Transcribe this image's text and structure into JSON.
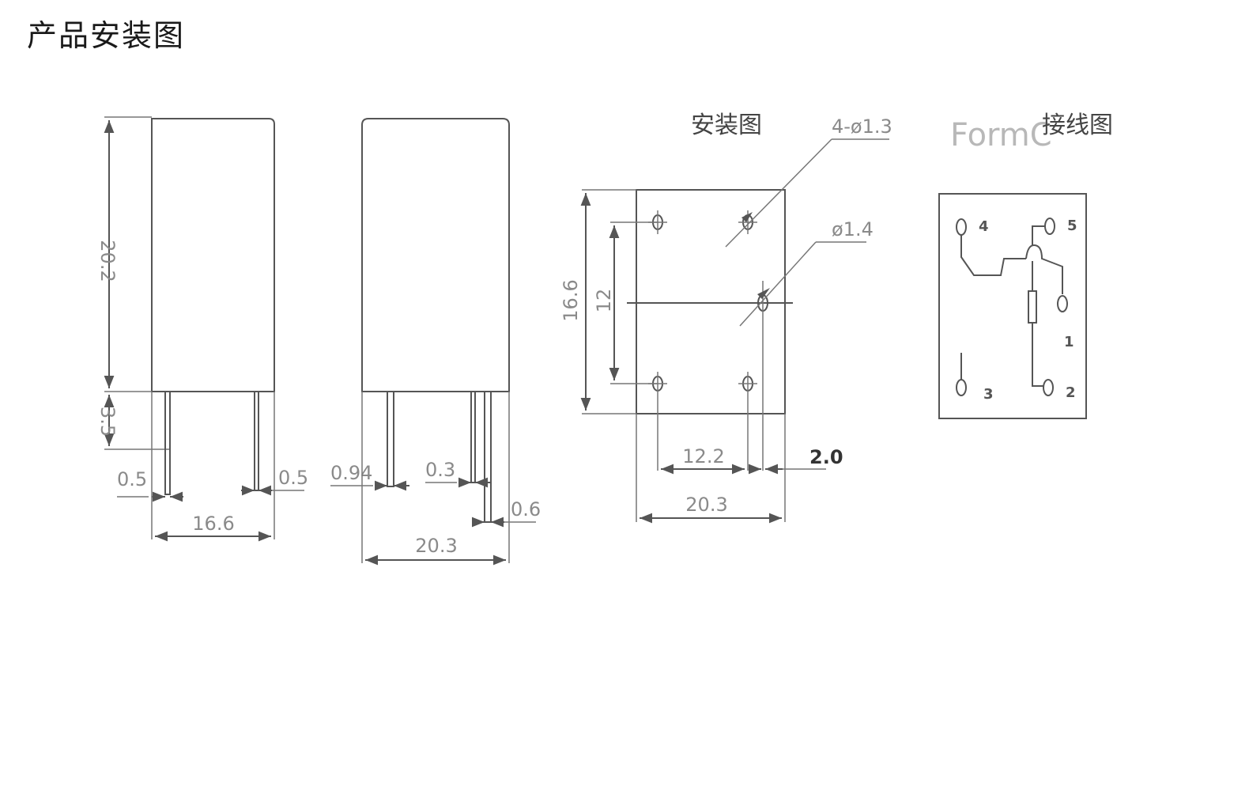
{
  "page_title": "产品安装图",
  "side_view": {
    "height_dim": "20.2",
    "pin_length_dim": "3.5",
    "pin_left_dim": "0.5",
    "pin_right_dim": "0.5",
    "width_dim": "16.6"
  },
  "front_view": {
    "pin_left_dim": "0.94",
    "pin_mid_dim": "0.3",
    "pin_right_dim": "0.6",
    "width_dim": "20.3"
  },
  "mounting_view": {
    "title": "安装图",
    "hole_callout": "4-ø1.3",
    "center_hole_callout": "ø1.4",
    "height_dim": "16.6",
    "inner_height_dim": "12",
    "hole_span_dim": "12.2",
    "offset_dim": "2.0",
    "width_dim": "20.3"
  },
  "wiring_view": {
    "form_label": "FormC",
    "title": "接线图",
    "pins": [
      "4",
      "5",
      "1",
      "3",
      "2"
    ]
  }
}
